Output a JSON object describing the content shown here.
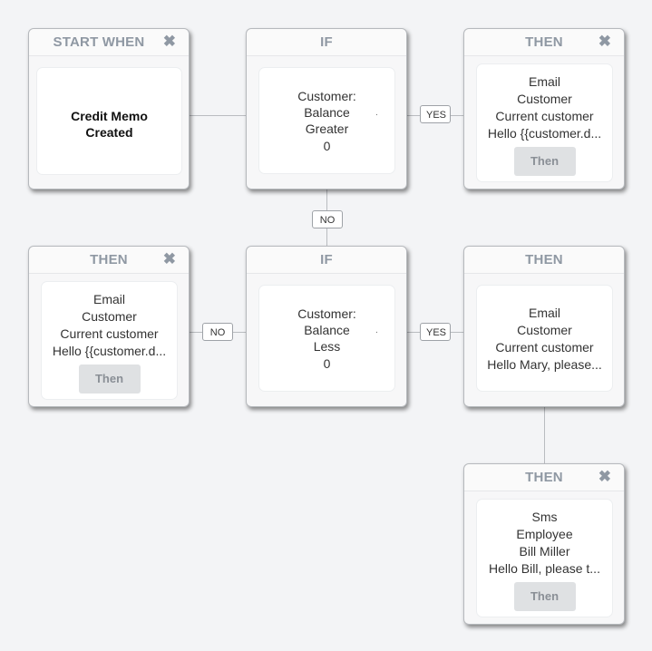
{
  "cards": {
    "start": {
      "title": "START WHEN",
      "lines": [
        "Credit Memo",
        "Created"
      ]
    },
    "if1": {
      "title": "IF",
      "lines": [
        "Customer:",
        "Balance",
        "Greater",
        "0"
      ],
      "dot": "."
    },
    "then1": {
      "title": "THEN",
      "lines": [
        "Email",
        "Customer",
        "Current customer",
        "Hello {{customer.d..."
      ],
      "button": "Then"
    },
    "then_no": {
      "title": "THEN",
      "lines": [
        "Email",
        "Customer",
        "Current customer",
        "Hello {{customer.d..."
      ],
      "button": "Then"
    },
    "if2": {
      "title": "IF",
      "lines": [
        "Customer:",
        "Balance",
        "Less",
        "0"
      ],
      "dot": "."
    },
    "then2": {
      "title": "THEN",
      "lines": [
        "Email",
        "Customer",
        "Current customer",
        "Hello Mary, please..."
      ]
    },
    "then3": {
      "title": "THEN",
      "lines": [
        "Sms",
        "Employee",
        "Bill Miller",
        "Hello Bill, please t..."
      ],
      "button": "Then"
    }
  },
  "connectors": {
    "yes1": "YES",
    "no1": "NO",
    "no2": "NO",
    "yes2": "YES"
  },
  "icons": {
    "close": "✖"
  },
  "colors": {
    "title": "#8f98a3",
    "background": "#f3f4f6",
    "button": "#dfe1e3"
  }
}
